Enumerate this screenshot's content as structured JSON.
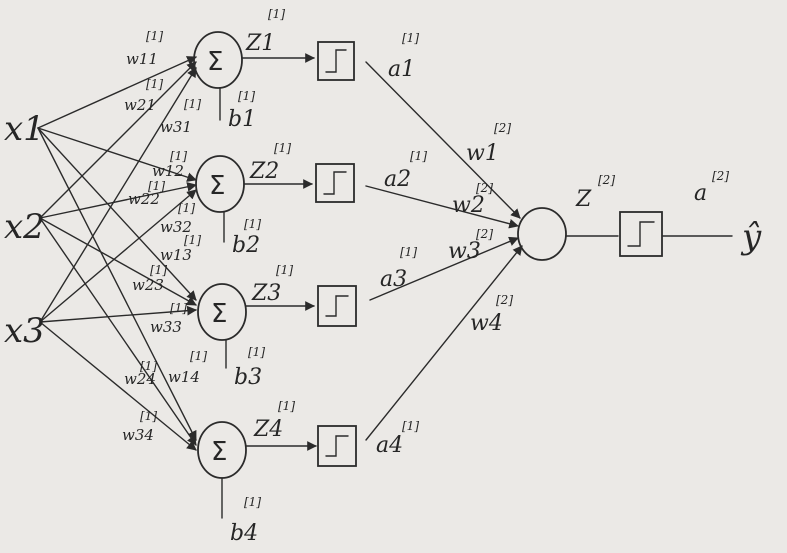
{
  "diagram": {
    "inputs": [
      {
        "label": "x1"
      },
      {
        "label": "x2"
      },
      {
        "label": "x3"
      }
    ],
    "hidden_units": [
      {
        "sum_symbol": "Σ",
        "z_label": "Z1",
        "z_sup": "[1]",
        "a_label": "a1",
        "a_sup": "[1]",
        "b_label": "b1",
        "b_sup": "[1]"
      },
      {
        "sum_symbol": "Σ",
        "z_label": "Z2",
        "z_sup": "[1]",
        "a_label": "a2",
        "a_sup": "[1]",
        "b_label": "b2",
        "b_sup": "[1]"
      },
      {
        "sum_symbol": "Σ",
        "z_label": "Z3",
        "z_sup": "[1]",
        "a_label": "a3",
        "a_sup": "[1]",
        "b_label": "b3",
        "b_sup": "[1]"
      },
      {
        "sum_symbol": "Σ",
        "z_label": "Z4",
        "z_sup": "[1]",
        "a_label": "a4",
        "a_sup": "[1]",
        "b_label": "b4",
        "b_sup": "[1]"
      }
    ],
    "layer1_weights": [
      {
        "label": "w11",
        "sup": "[1]"
      },
      {
        "label": "w21",
        "sup": "[1]"
      },
      {
        "label": "w31",
        "sup": "[1]"
      },
      {
        "label": "w12",
        "sup": "[1]"
      },
      {
        "label": "w22",
        "sup": "[1]"
      },
      {
        "label": "w32",
        "sup": "[1]"
      },
      {
        "label": "w13",
        "sup": "[1]"
      },
      {
        "label": "w23",
        "sup": "[1]"
      },
      {
        "label": "w33",
        "sup": "[1]"
      },
      {
        "label": "w14",
        "sup": "[1]"
      },
      {
        "label": "w24",
        "sup": "[1]"
      },
      {
        "label": "w34",
        "sup": "[1]"
      }
    ],
    "layer2_weights": [
      {
        "label": "w1",
        "sup": "[2]"
      },
      {
        "label": "w2",
        "sup": "[2]"
      },
      {
        "label": "w3",
        "sup": "[2]"
      },
      {
        "label": "w4",
        "sup": "[2]"
      }
    ],
    "output": {
      "z_label": "Z",
      "z_sup": "[2]",
      "a_label": "a",
      "a_sup": "[2]",
      "y_label": "ŷ"
    }
  }
}
